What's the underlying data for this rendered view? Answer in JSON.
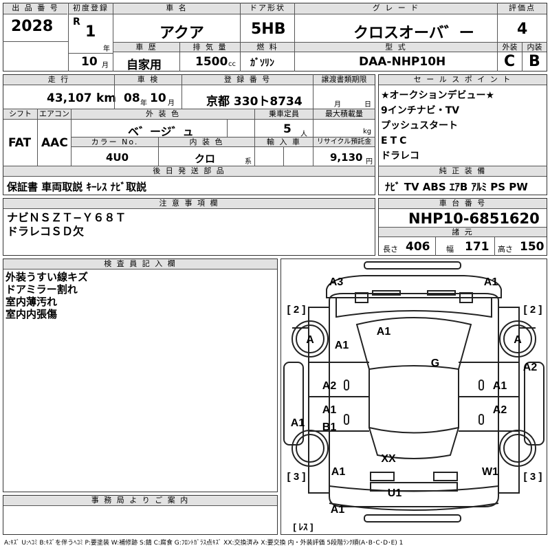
{
  "header": {
    "lot_label": "出 品 番 号",
    "lot_number": "2028",
    "first_reg_label": "初度登録",
    "era": "R",
    "reg_year": "1",
    "year_unit": "年",
    "reg_month": "10",
    "month_unit": "月",
    "car_name_label": "車 名",
    "car_name": "アクア",
    "door_label": "ドア形状",
    "door_type": "5HB",
    "grade_label": "グ レ ー ド",
    "grade": "クロスオーバ゛ー",
    "score_label": "評価点",
    "score": "4",
    "history_label": "車 歴",
    "history": "自家用",
    "displacement_label": "排 気 量",
    "displacement": "1500",
    "displacement_unit": "cc",
    "fuel_label": "燃 料",
    "fuel": "ｶﾞｿﾘﾝ",
    "model_label": "型 式",
    "model": "DAA-NHP10H",
    "exterior_label": "外装",
    "exterior": "C",
    "interior_label": "内装",
    "interior": "B"
  },
  "row2": {
    "mileage_label": "走 行",
    "mileage": "43,107",
    "mileage_unit": "km",
    "inspection_label": "車 検",
    "insp_year": "08",
    "insp_year_unit": "年",
    "insp_month": "10",
    "insp_month_unit": "月",
    "plate_label": "登 録 番 号",
    "plate": "京都 330ト8734",
    "transfer_label": "譲渡書類期限",
    "transfer_month": "月",
    "transfer_day": "日",
    "shift_label": "シフト",
    "shift": "FAT",
    "ac_label": "エアコン",
    "ac": "AAC",
    "ext_color_label": "外 装 色",
    "ext_color": "ベ゛ージ゛ュ",
    "capacity_label": "乗車定員",
    "capacity": "5",
    "capacity_unit": "人",
    "max_load_label": "最大積載量",
    "max_load_unit": "kg",
    "color_no_label": "カラー No.",
    "color_no": "4U0",
    "int_color_label": "内 装 色",
    "int_color": "クロ",
    "int_color_unit": "系",
    "import_label": "輸 入 車",
    "recycle_label": "リサイクル預託金",
    "recycle": "9,130",
    "recycle_unit": "円",
    "later_parts_label": "後 日 発 送 部 品",
    "later_parts": "保証書  車両取説  ｷｰﾚｽ  ﾅﾋﾞ取説"
  },
  "sales_points": {
    "label": "セ ー ル ス ポ イ ン ト",
    "items": [
      "★オークションデビュー★",
      "9インチナビ・TV",
      "プッシュスタート",
      "ETC",
      "ドラレコ"
    ]
  },
  "equipment": {
    "label": "純 正 装 備",
    "text": "ﾅﾋﾞ  TV  ABS  ｴｱB  ｱﾙﾐ  PS  PW"
  },
  "caution": {
    "label": "注 意 事 項 欄",
    "lines": [
      "ナビＮＳＺＴ−Ｙ６８Ｔ",
      "ドラレコＳＤ欠"
    ]
  },
  "chassis": {
    "label": "車 台 番 号",
    "number": "NHP10-6851620",
    "spec_label": "諸 元",
    "length_label": "長さ",
    "length": "406",
    "width_label": "幅",
    "width": "171",
    "height_label": "高さ",
    "height": "150"
  },
  "inspector": {
    "label": "検 査 員 記 入 欄",
    "lines": [
      "外装うすい線キズ",
      "ドアミラー割れ",
      "室内薄汚れ",
      "室内内張傷"
    ]
  },
  "office": {
    "label": "事 務 局 よ り ご 案 内"
  },
  "diagram": {
    "marks": [
      "A3",
      "A1",
      "[ 2 ]",
      "[ 2 ]",
      "A",
      "A",
      "A1",
      "A1",
      "G",
      "A2",
      "A2",
      "A1",
      "A1",
      "A2",
      "B1",
      "A1",
      "XX",
      "A1",
      "W1",
      "[ 3 ]",
      "[ 3 ]",
      "U1",
      "A1",
      "[ ﾚｽ ]"
    ]
  },
  "legend": "A:ｷｽﾞ  U:ﾍｺﾐ  B:ｷｽﾞを伴うﾍｺﾐ  P:要塗装  W:補修跡  S:錆  C:腐食  G:ﾌﾛﾝﾄｶﾞﾗｽ点ｷｽﾞ  XX:交換済み  X:要交換  内・外装評価  5段階ﾗﾝｸ順(A･B･C･D･E) 1"
}
